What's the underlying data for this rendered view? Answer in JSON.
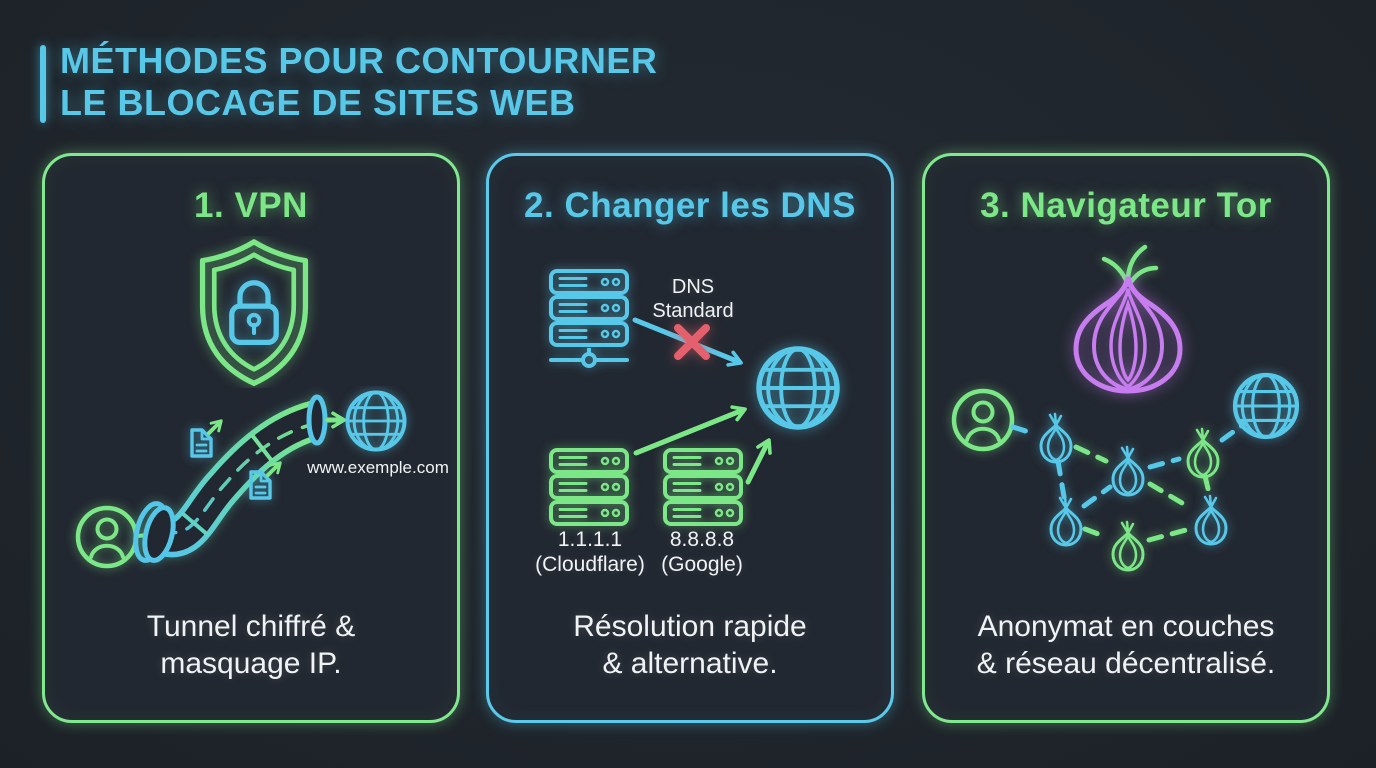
{
  "page": {
    "title_line1": "MÉTHODES POUR CONTOURNER",
    "title_line2": "LE BLOCAGE DE SITES WEB"
  },
  "colors": {
    "bg": "#20262d",
    "card_bg": "#222831",
    "cyan": "#58c8e9",
    "green": "#7ce787",
    "purple": "#c77cf0",
    "red": "#e4606d",
    "text": "#f0f3f5"
  },
  "cards": [
    {
      "number_title": "1. VPN",
      "caption_line1": "Tunnel chiffré &",
      "caption_line2": "masquage IP.",
      "website_label": "www.exemple.com",
      "icons": [
        "shield-icon",
        "lock-icon",
        "user-icon",
        "tunnel-icon",
        "document-icon",
        "arrow-icon",
        "globe-icon"
      ]
    },
    {
      "number_title": "2. Changer les DNS",
      "caption_line1": "Résolution rapide",
      "caption_line2": "& alternative.",
      "dns_standard_line1": "DNS",
      "dns_standard_line2": "Standard",
      "dns1_ip": "1.1.1.1",
      "dns1_provider": "(Cloudflare)",
      "dns2_ip": "8.8.8.8",
      "dns2_provider": "(Google)",
      "icons": [
        "server-stack-icon",
        "blocked-x-icon",
        "arrow-icon",
        "globe-icon"
      ]
    },
    {
      "number_title": "3. Navigateur Tor",
      "caption_line1": "Anonymat en couches",
      "caption_line2": "& réseau décentralisé.",
      "icons": [
        "tor-onion-icon",
        "user-icon",
        "onion-node-icon",
        "globe-icon",
        "network-link-line"
      ]
    }
  ]
}
